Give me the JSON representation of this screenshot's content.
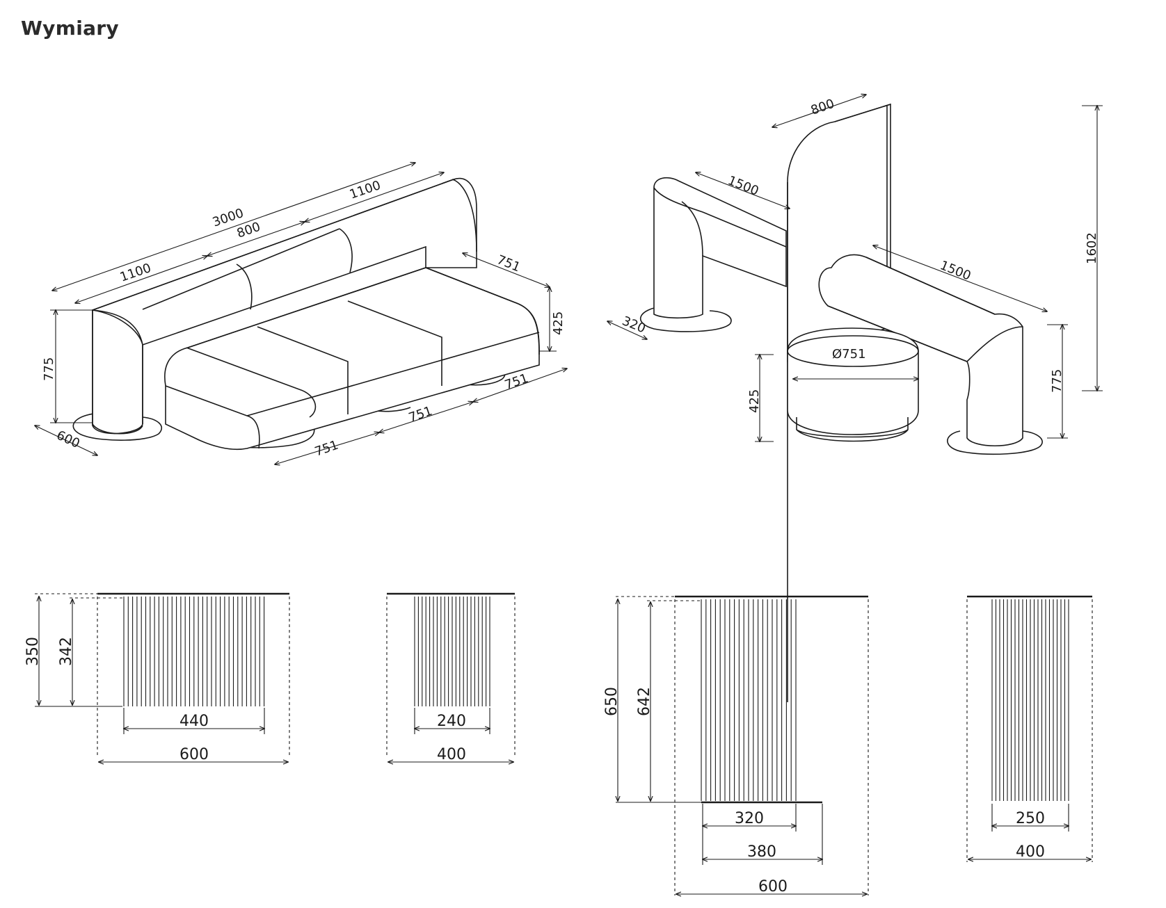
{
  "title": "Wymiary",
  "sofa_dimensions": {
    "total_length": "3000",
    "left_segment": "1100",
    "middle_segment": "800",
    "right_segment": "1100",
    "height": "775",
    "depth": "600",
    "seat_height": "425",
    "seat_depth": "751",
    "seat_module_1": "751",
    "seat_module_2": "751",
    "seat_module_3": "751"
  },
  "corner_dimensions": {
    "panel_width": "800",
    "arm_left": "1500",
    "arm_right": "1500",
    "base_width": "320",
    "stool_diameter": "Ø751",
    "stool_height": "425",
    "arm_height": "775",
    "total_height": "1602"
  },
  "side_views": [
    {
      "outer_height": "350",
      "inner_height": "342",
      "inner_width": "440",
      "outer_width": "600"
    },
    {
      "inner_width": "240",
      "outer_width": "400"
    },
    {
      "outer_height": "650",
      "inner_height": "642",
      "leg_width": "320",
      "base_width": "380",
      "outer_width": "600"
    },
    {
      "inner_width": "250",
      "outer_width": "400"
    }
  ]
}
